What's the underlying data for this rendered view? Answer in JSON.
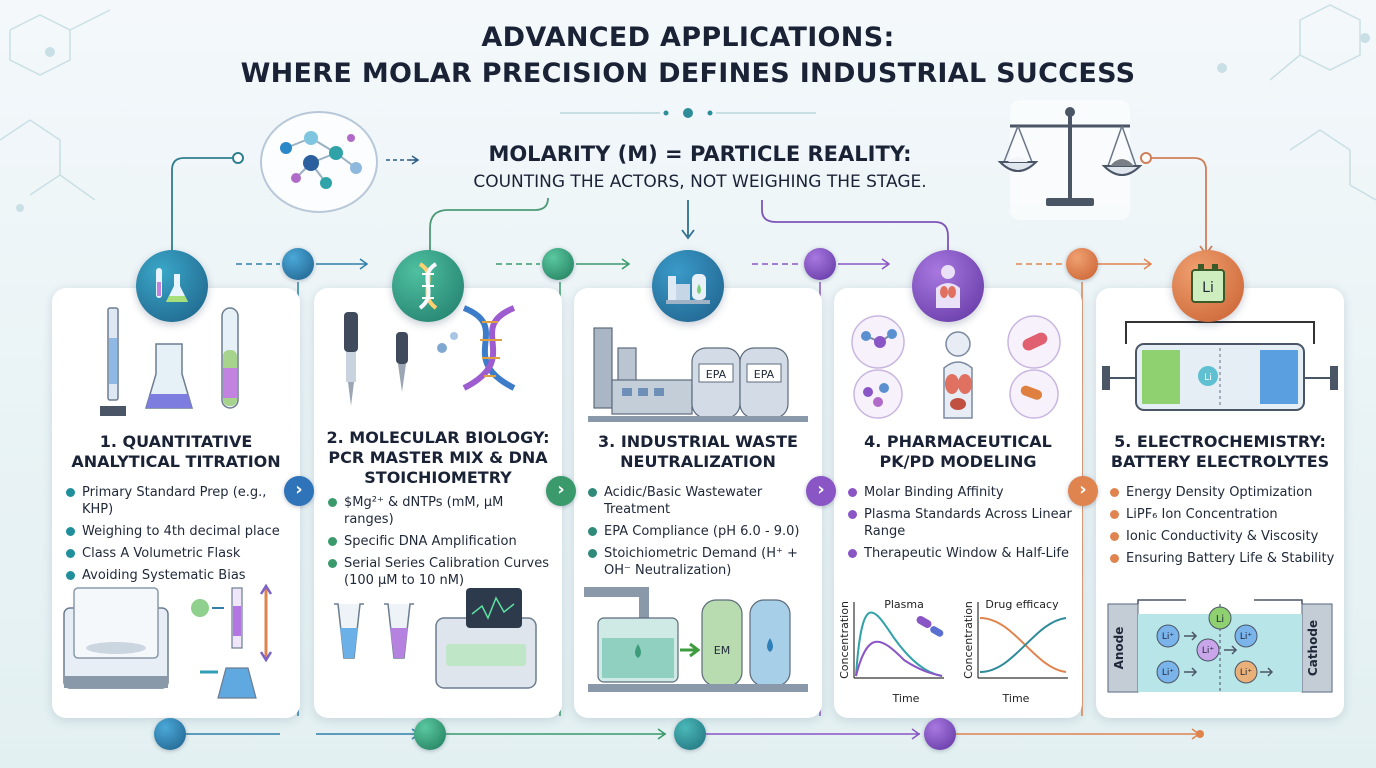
{
  "title": {
    "line1": "ADVANCED APPLICATIONS:",
    "line2": "WHERE MOLAR PRECISION DEFINES INDUSTRIAL SUCCESS"
  },
  "headline": {
    "line1": "MOLARITY (M) = PARTICLE REALITY:",
    "line2": "COUNTING THE ACTORS, NOT WEIGHING THE STAGE."
  },
  "colors": {
    "teal": "#1f8f9b",
    "blue": "#2f73b8",
    "green": "#3b9a6b",
    "purple": "#8a56c6",
    "orange": "#e0844f"
  },
  "cards": [
    {
      "title": [
        "1. QUANTITATIVE",
        "ANALYTICAL TITRATION"
      ],
      "bullets": [
        "Primary Standard Prep (e.g., KHP)",
        "Weighing to 4th decimal place",
        "Class A Volumetric Flask",
        "Avoiding Systematic Bias"
      ],
      "dot_color": "#1f8f9b",
      "icon": "lab-glassware-icon"
    },
    {
      "title": [
        "2. MOLECULAR BIOLOGY:",
        "PCR MASTER MIX & DNA",
        "STOICHIOMETRY"
      ],
      "bullets": [
        "$Mg²⁺ & dNTPs (mM, μM ranges)",
        "Specific DNA Amplification",
        "Serial Series Calibration Curves (100 μM to 10 nM)"
      ],
      "dot_color": "#3b9a6b",
      "icon": "dna-icon"
    },
    {
      "title": [
        "3. INDUSTRIAL WASTE",
        "NEUTRALIZATION"
      ],
      "bullets": [
        "Acidic/Basic Wastewater Treatment",
        "EPA Compliance (pH 6.0 - 9.0)",
        "Stoichiometric Demand (H⁺ + OH⁻ Neutralization)"
      ],
      "dot_color": "#2f8a7a",
      "icon": "factory-icon",
      "tank_labels": [
        "EPA",
        "EPA",
        "EM"
      ]
    },
    {
      "title": [
        "4. PHARMACEUTICAL",
        "PK/PD MODELING"
      ],
      "bullets": [
        "Molar Binding Affinity",
        "Plasma Standards Across Linear Range",
        "Therapeutic Window & Half-Life"
      ],
      "dot_color": "#8a56c6",
      "icon": "human-body-icon",
      "graphs": [
        {
          "title": "Plasma",
          "ylabel": "Concentration",
          "xlabel": "Time"
        },
        {
          "title": "Drug efficacy",
          "ylabel": "Concentration",
          "xlabel": "Time"
        }
      ]
    },
    {
      "title": [
        "5. ELECTROCHEMISTRY:",
        "BATTERY ELECTROLYTES"
      ],
      "bullets": [
        "Energy Density Optimization",
        "LiPF₆ Ion Concentration",
        "Ionic Conductivity & Viscosity",
        "Ensuring Battery Life & Stability"
      ],
      "dot_color": "#e0844f",
      "icon": "lithium-cell-icon",
      "cell_labels": {
        "badge": "Li",
        "anode": "Anode",
        "cathode": "Cathode",
        "ion": "Li⁺",
        "atom": "Li"
      }
    }
  ]
}
